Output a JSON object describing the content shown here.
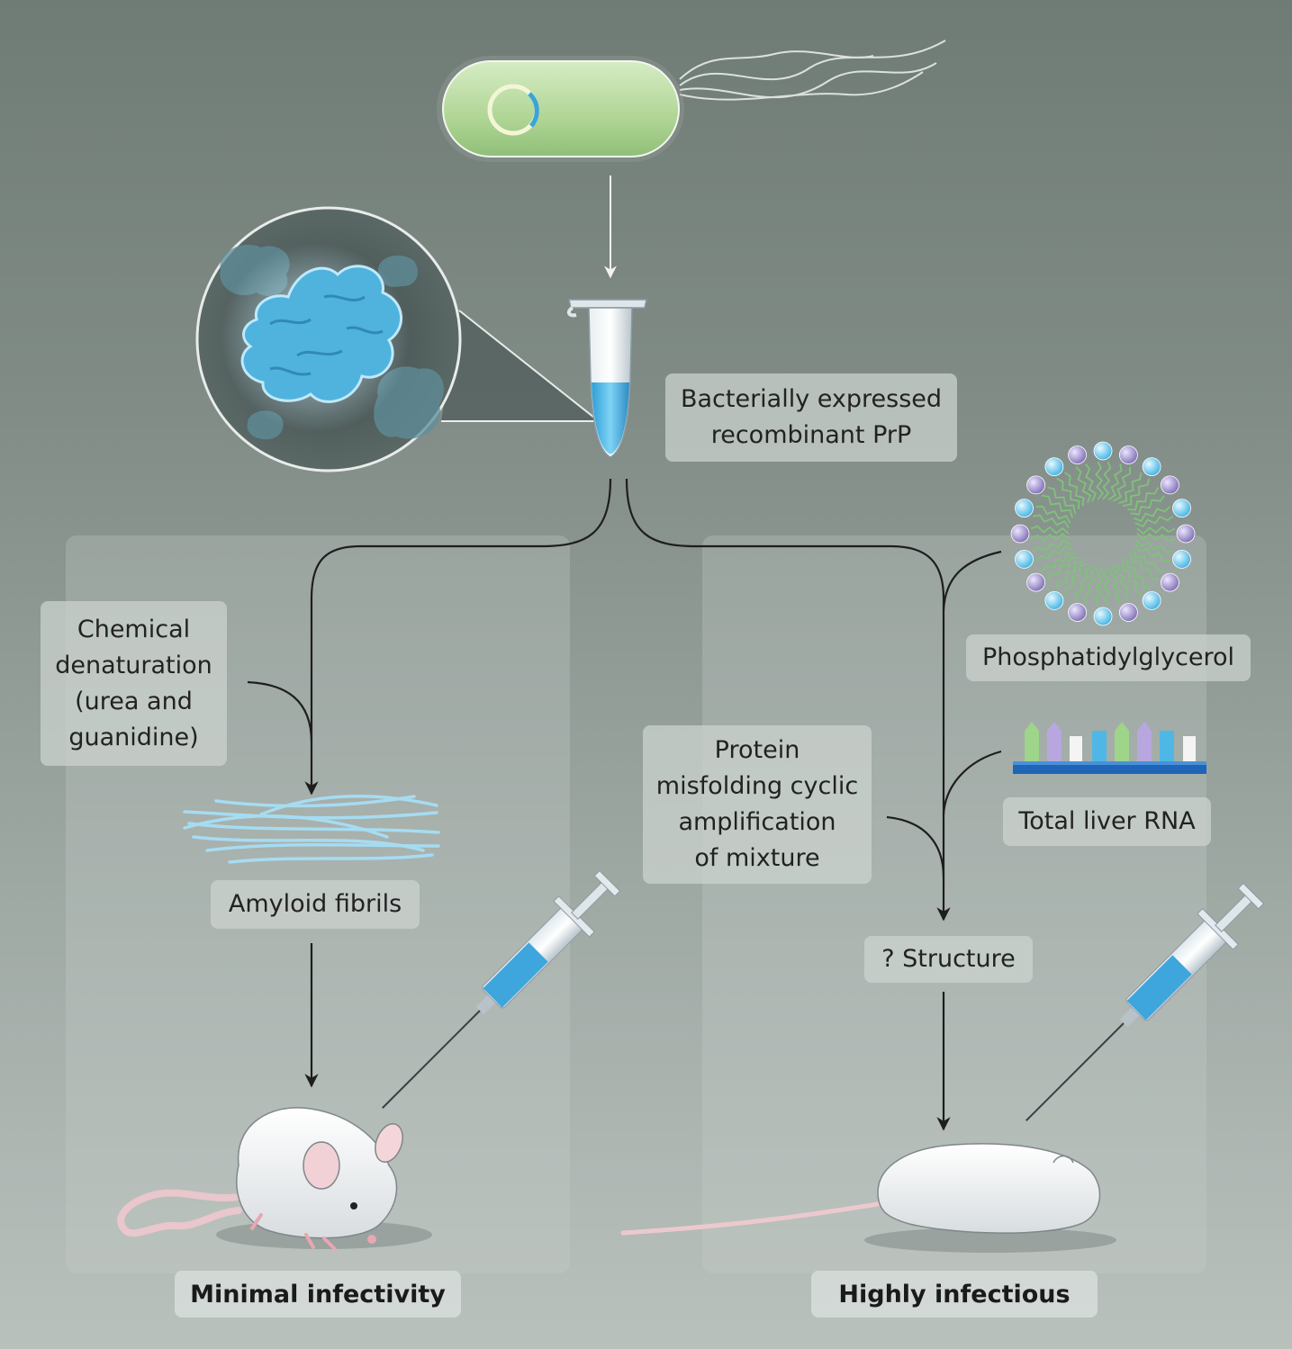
{
  "labels": {
    "recombinant": [
      "Bacterially expressed",
      "recombinant PrP"
    ],
    "denaturation": [
      "Chemical",
      "denaturation",
      "(urea and",
      "guanidine)"
    ],
    "amyloid": "Amyloid fibrils",
    "phosphatidylglycerol": "Phosphatidylglycerol",
    "rna": "Total liver RNA",
    "pmca": [
      "Protein",
      "misfolding cyclic",
      "amplification",
      "of mixture"
    ],
    "structure": "? Structure"
  },
  "outcomes": {
    "left": "Minimal infectivity",
    "right": "Highly infectious"
  },
  "colors": {
    "background_top": "#6f7b75",
    "background_bottom": "#b9c1bd",
    "protein_blue": "#4fb3dd",
    "bacterium_green": "#b7d9a0",
    "lipid_head_blue": "#7fd0ef",
    "lipid_head_purple": "#9b8fc6",
    "arrow": "#1e1e1e"
  },
  "icons": [
    "bacterium-icon",
    "plasmid-icon",
    "microtube-icon",
    "protein-magnifier-icon",
    "micelle-icon",
    "rna-strands-icon",
    "amyloid-fibrils-icon",
    "syringe-icon",
    "mouse-icon"
  ]
}
